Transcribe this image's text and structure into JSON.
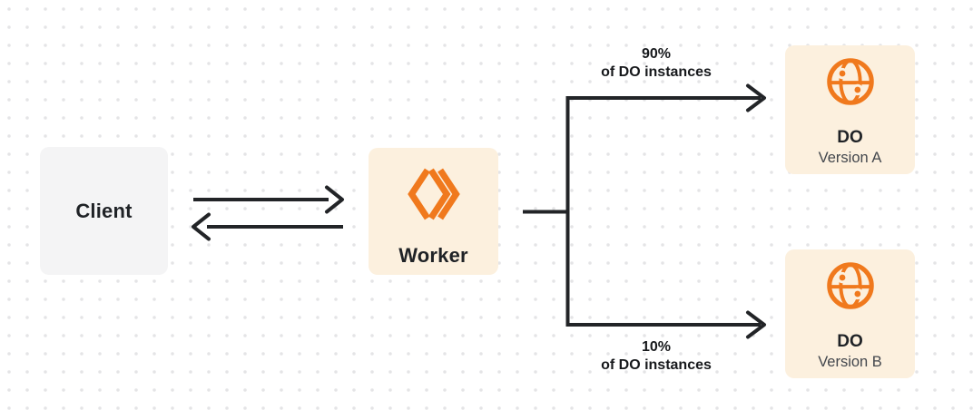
{
  "nodes": {
    "client": {
      "label": "Client"
    },
    "worker": {
      "label": "Worker"
    },
    "do_a": {
      "title": "DO",
      "subtitle": "Version A"
    },
    "do_b": {
      "title": "DO",
      "subtitle": "Version B"
    }
  },
  "edges": {
    "top": {
      "pct": "90%",
      "caption": "of DO instances"
    },
    "bottom": {
      "pct": "10%",
      "caption": "of DO instances"
    }
  },
  "icons": {
    "worker": "workers-double-chevron-icon",
    "durable_object": "globe-icon"
  },
  "colors": {
    "accent_orange": "#F0791D",
    "node_cream": "#FCF0DE",
    "node_gray": "#F4F4F5",
    "connector_dark": "#222427",
    "dot_grid": "#E4E4E6",
    "label_dark": "#1F2226",
    "subtitle_gray": "#43474D"
  }
}
